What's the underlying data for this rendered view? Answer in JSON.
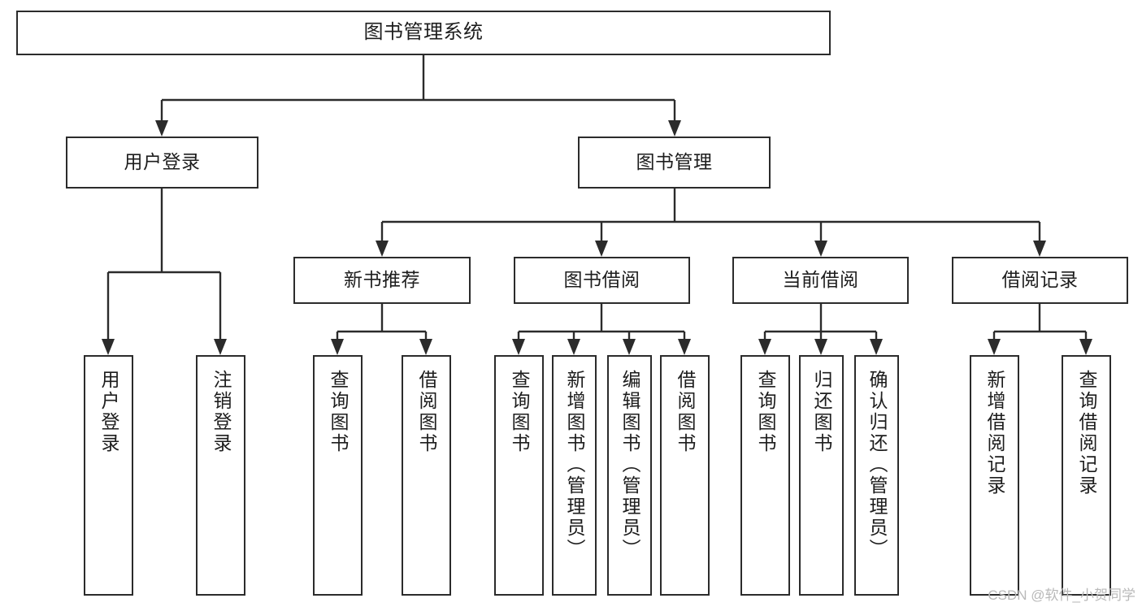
{
  "diagram": {
    "title": "图书管理系统",
    "type": "tree-hierarchy-diagram",
    "theme": {
      "stroke": "#2b2b2b",
      "fill": "#ffffff",
      "text": "#1d1d1d",
      "watermark_color": "#b9b9b9"
    }
  },
  "nodes": {
    "root": {
      "label": "图书管理系统"
    },
    "level2": [
      {
        "label": "用户登录"
      },
      {
        "label": "图书管理"
      }
    ],
    "level3": [
      {
        "label": "新书推荐"
      },
      {
        "label": "图书借阅"
      },
      {
        "label": "当前借阅"
      },
      {
        "label": "借阅记录"
      }
    ],
    "leaves": {
      "user_login": [
        {
          "label": "用户登录"
        },
        {
          "label": "注销登录"
        }
      ],
      "new_book": [
        {
          "label": "查询图书"
        },
        {
          "label": "借阅图书"
        }
      ],
      "book_borrow": [
        {
          "label": "查询图书"
        },
        {
          "label": "新增图书（管理员）"
        },
        {
          "label": "编辑图书（管理员）"
        },
        {
          "label": "借阅图书"
        }
      ],
      "current_borrow": [
        {
          "label": "查询图书"
        },
        {
          "label": "归还图书"
        },
        {
          "label": "确认归还（管理员）"
        }
      ],
      "borrow_record": [
        {
          "label": "新增借阅记录"
        },
        {
          "label": "查询借阅记录"
        }
      ]
    }
  },
  "watermark": {
    "text": "CSDN @软件_小贺同学"
  }
}
